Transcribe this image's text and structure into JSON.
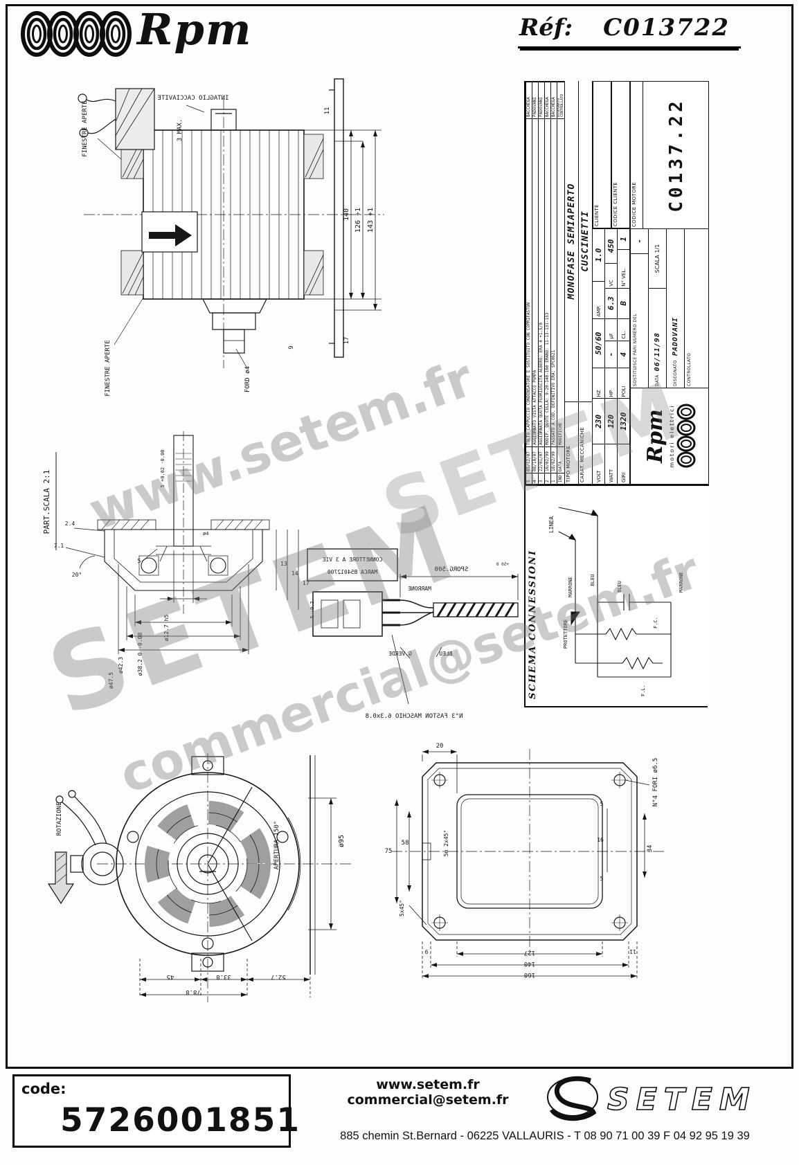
{
  "header": {
    "brand": "Rpm",
    "ref_label": "Réf:",
    "ref_value": "C013722"
  },
  "colors": {
    "ink": "#111111",
    "watermark_gray": "#8d8d8d"
  },
  "side_view": {
    "finestre_top": "FINESTRE APERTE",
    "finestre_bottom": "FINESTRE APERTE",
    "intaglio": "INTAGLIO CACCIAVITE",
    "max3": "3 MAX.",
    "ford": "FORD ø4",
    "dim_140": "140",
    "dim_126": "126 +1",
    "dim_143": "143 +1",
    "dim_17": "17",
    "dim_9": "9",
    "dim_11": "11"
  },
  "detail": {
    "title": "PART.SCALA 2:1",
    "dim_7_1": "7.1",
    "dim_2_4": "2.4",
    "dim_20deg": "20°",
    "dim_5": "5",
    "dim_5tol": "5 +0.02 -0.08",
    "dim_5b": "5 -0.2",
    "dim_d12": "ø12.7 h5",
    "dim_d38": "ø38.2 0 -0.08",
    "dim_d42": "ø42.3",
    "dim_d47": "ø47.5",
    "dim_13": "13",
    "dim_14": "14",
    "dim_17": "17",
    "dim_d4": "ø4"
  },
  "connector": {
    "line1": "CONNETTORE A 3 VIE",
    "line2": "MARCA B54012700",
    "wire_marrone": "MARRONE",
    "wire_gverde": "G.VERDE",
    "wire_bleu": "BLEU",
    "sporg": "SPORG.500",
    "sporg_tol": "+50 0",
    "faston": "N°3 FASTON MASCHIO 6.3x0.8"
  },
  "title_block": {
    "revisions": [
      {
        "ind": "5",
        "date": "05/12/07",
        "desc": "TOLTO CAPPUCCIO CONDENSATORE E SOSTITUITO CON COPRIFASTON",
        "name": "BACCHEGA"
      },
      {
        "ind": "4",
        "date": "08/10/07",
        "desc": "AGGIORNATO VISTA ATTACCO POMPA",
        "name": "PADOVANI"
      },
      {
        "ind": "3",
        "date": "22/01/07",
        "desc": "AGGIORNATA QUOTA FUORIUSCITA ALBERO: ERA 4 +1.5/0",
        "name": "PADOVANI"
      },
      {
        "ind": "2",
        "date": "16/02/99",
        "desc": "MODIF. QUOTE CULLA: 9-20-140-160 ERANO: 11-13-131-153",
        "name": "BACCHEGA"
      },
      {
        "ind": "1",
        "date": "18/02/99",
        "desc": "PASSATO A COD. DEFINITIVO ERA: SPC0621",
        "name": "BACCHEGA"
      }
    ],
    "rev_header": {
      "ind": "IND",
      "date": "DATA",
      "desc": "MODIFICHE",
      "name": "DISEGNATO CONTROLLATO"
    },
    "tipo_label": "TIPO MOTORE",
    "tipo_value": "MONOFASE SEMIAPERTO",
    "carat_label": "CARAT. MECCANICHE",
    "carat_value": "CUSCINETTI",
    "rows": {
      "volt_label": "VOLT",
      "volt": "230",
      "hz_label": "HZ",
      "hz": "50/60",
      "amp_label": "AMP.",
      "amp": "1.0",
      "watt_label": "WATT",
      "watt": "120",
      "hp_label": "HP",
      "hp": "-",
      "uf_label": "µF",
      "uf": "6.3",
      "vc_label": "VC",
      "vc": "450",
      "giri_label": "GIRI",
      "giri": "1320",
      "poli_label": "POLI",
      "poli": "4",
      "cl_label": "CL.",
      "cl": "B",
      "nvel_label": "N° VEL.",
      "nvel": "1"
    },
    "cliente_label": "CLIENTE",
    "codice_cliente_label": "CODICE CLIENTE",
    "codice_motore_label": "CODICE MOTORE",
    "codice_motore": "C0137.22",
    "logo_text": "Rpm",
    "logo_sub": "motori elettrici",
    "sostituisce_label": "SOSTITUISCE PARI NUMERO DEL",
    "sostituisce_value": "-",
    "data_label": "DATA",
    "data_value": "06/11/98",
    "scala": "SCALA  1/1",
    "disegnato_label": "DISEGNATO",
    "disegnato_value": "PADOVANI",
    "controllato_label": "CONTROLLATO"
  },
  "schema": {
    "title": "SCHEMA CONNESSIONI",
    "linea": "LINEA",
    "marrone_1": "MARRONE",
    "protettore": "PROTETTORE",
    "bleu_1": "BLEU",
    "bleu_2": "BLEU",
    "marrone_2": "MARRONE",
    "fl": "F.L.",
    "fc": "F.C."
  },
  "front_view": {
    "rotazione": "ROTAZIONE",
    "apertura": "APERTURA 150°",
    "d95": "ø95",
    "dim_45": "45",
    "dim_33_8": "33.8",
    "dim_52_7": "52.7",
    "dim_78_8": "78.8"
  },
  "mount_view": {
    "dim_20": "20",
    "dim_75": "75",
    "dim_58": "58",
    "chamfer_note": "5m 2x45°",
    "chamfer_note2": "5x45°",
    "dim_127": "127",
    "dim_140": "140",
    "dim_160": "160",
    "dim_9": "9",
    "dim_11": "11",
    "dim_34": "34",
    "dim_16": "16",
    "dim_5a": "5",
    "dim_5b": "5",
    "fori": "N°4 FORI ø6.5"
  },
  "watermarks": {
    "w1": "www.setem.fr",
    "w2": "SETEM",
    "w3": "SETEM",
    "w4": "commercial@setem.fr"
  },
  "footer": {
    "code_label": "code:",
    "code_value": "5726001851",
    "site": "www.setem.fr",
    "email": "commercial@setem.fr",
    "logo": "SETEM",
    "address": "885 chemin St.Bernard  -  06225 VALLAURIS  -  T 08 90 71 00 39   F 04 92 95 19 39"
  }
}
